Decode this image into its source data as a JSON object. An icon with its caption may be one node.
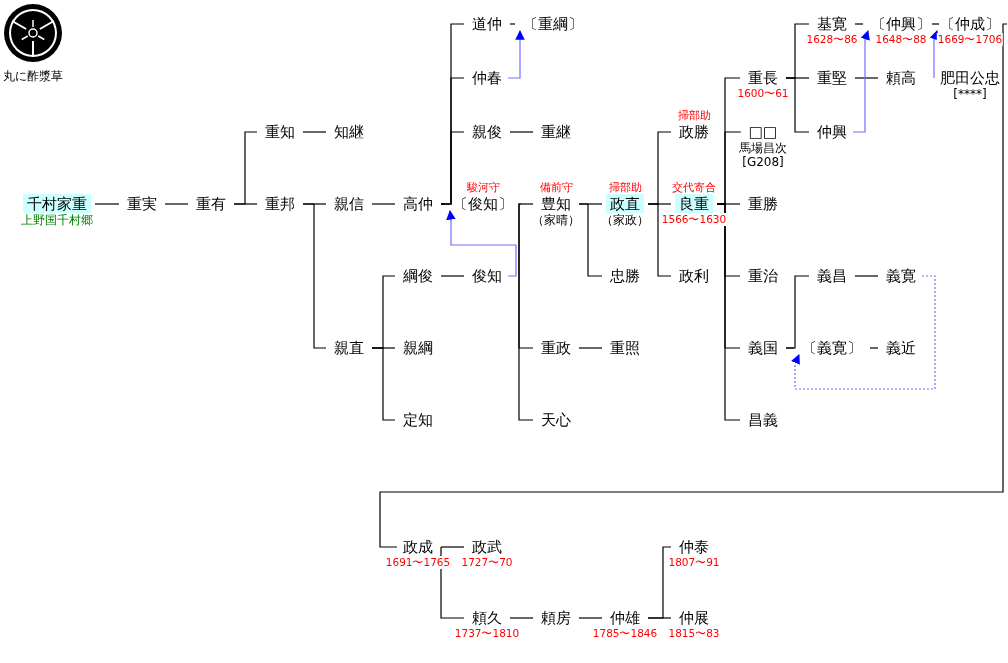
{
  "diagram": {
    "nodes": [
      {
        "text": [
          "千村家重"
        ],
        "beside": [
          "上野国千村郷"
        ]
      },
      {
        "text": [
          "重実"
        ]
      },
      {
        "text": [
          "重有"
        ]
      },
      {
        "text": [
          "重知"
        ]
      },
      {
        "text": [
          "知継"
        ]
      },
      {
        "text": [
          "重邦"
        ]
      },
      {
        "text": [
          "親信"
        ]
      },
      {
        "text": [
          "高仲"
        ]
      },
      {
        "text": [
          "道仲"
        ]
      },
      {
        "text": [
          "〔重綱〕"
        ]
      },
      {
        "text": [
          "仲春"
        ]
      },
      {
        "text": [
          "親俊"
        ]
      },
      {
        "text": [
          "重継"
        ]
      },
      {
        "text": [
          "〔俊知〕"
        ],
        "beside": [
          "駿河守"
        ]
      },
      {
        "text": [
          "親直"
        ]
      },
      {
        "text": [
          "綱俊"
        ]
      },
      {
        "text": [
          "俊知"
        ]
      },
      {
        "text": [
          "親綱"
        ]
      },
      {
        "text": [
          "定知"
        ]
      },
      {
        "text": [
          "豊知"
        ],
        "beside": [
          "備前守",
          "（家晴）"
        ]
      },
      {
        "text": [
          "重政"
        ]
      },
      {
        "text": [
          "重照"
        ]
      },
      {
        "text": [
          "天心"
        ]
      },
      {
        "text": [
          "政直"
        ],
        "beside": [
          "掃部助",
          "（家政）"
        ]
      },
      {
        "text": [
          "忠勝"
        ]
      },
      {
        "text": [
          "政勝"
        ],
        "beside": [
          "掃部助"
        ]
      },
      {
        "text": [
          "良重"
        ],
        "beside": [
          "交代寄合",
          "1566〜1630"
        ]
      },
      {
        "text": [
          "政利"
        ]
      },
      {
        "text": [
          "重長"
        ],
        "beside": [
          "1600〜61"
        ]
      },
      {
        "text": [
          "□□"
        ],
        "beside": [
          "馬場昌次",
          "[G208]"
        ]
      },
      {
        "text": [
          "重勝"
        ]
      },
      {
        "text": [
          "重治"
        ]
      },
      {
        "text": [
          "義国"
        ]
      },
      {
        "text": [
          "昌義"
        ]
      },
      {
        "text": [
          "基寛"
        ],
        "beside": [
          "1628〜86"
        ]
      },
      {
        "text": [
          "重堅"
        ]
      },
      {
        "text": [
          "仲興"
        ]
      },
      {
        "text": [
          "〔仲興〕"
        ],
        "beside": [
          "1648〜88"
        ]
      },
      {
        "text": [
          "頼高"
        ]
      },
      {
        "text": [
          "〔仲成〕"
        ],
        "beside": [
          "1669〜1706"
        ]
      },
      {
        "text": [
          "肥田公忠"
        ],
        "beside": [
          "[****]"
        ]
      },
      {
        "text": [
          "義昌"
        ]
      },
      {
        "text": [
          "義寛"
        ]
      },
      {
        "text": [
          "〔義寛〕"
        ]
      },
      {
        "text": [
          "義近"
        ]
      },
      {
        "text": [
          "政成"
        ],
        "beside": [
          "1691〜1765"
        ]
      },
      {
        "text": [
          "政武"
        ],
        "beside": [
          "1727〜70"
        ]
      },
      {
        "text": [
          "頼久"
        ],
        "beside": [
          "1737〜1810"
        ]
      },
      {
        "text": [
          "頼房"
        ]
      },
      {
        "text": [
          "仲雄"
        ],
        "beside": [
          "1785〜1846"
        ]
      },
      {
        "text": [
          "仲泰"
        ],
        "beside": [
          "1807〜91"
        ]
      },
      {
        "text": [
          "仲展"
        ],
        "beside": [
          "1815〜83"
        ]
      }
    ],
    "edges": [
      {
        "from": 0,
        "to": 1,
        "arrow": "none"
      },
      {
        "from": 1,
        "to": 2,
        "arrow": "none"
      },
      {
        "from": 2,
        "to": 3,
        "arrow": "none"
      },
      {
        "from": 2,
        "to": 5,
        "arrow": "none"
      },
      {
        "from": 3,
        "to": 4,
        "arrow": "none"
      },
      {
        "from": 5,
        "to": 6,
        "arrow": "none"
      },
      {
        "from": 5,
        "to": 14,
        "arrow": "none"
      },
      {
        "from": 6,
        "to": 7,
        "arrow": "none"
      },
      {
        "from": 7,
        "to": 8,
        "arrow": "none"
      },
      {
        "from": 7,
        "to": 10,
        "arrow": "none"
      },
      {
        "from": 7,
        "to": 11,
        "arrow": "none"
      },
      {
        "from": 7,
        "to": 13,
        "arrow": "none"
      },
      {
        "from": 8,
        "to": 9,
        "arrow": "none"
      },
      {
        "from": 11,
        "to": 12,
        "arrow": "none"
      },
      {
        "from": 14,
        "to": 15,
        "arrow": "none"
      },
      {
        "from": 14,
        "to": 17,
        "arrow": "none"
      },
      {
        "from": 14,
        "to": 18,
        "arrow": "none"
      },
      {
        "from": 15,
        "to": 16,
        "arrow": "none"
      },
      {
        "from": 13,
        "to": 19,
        "arrow": "none"
      },
      {
        "from": 13,
        "to": 20,
        "arrow": "none"
      },
      {
        "from": 13,
        "to": 22,
        "arrow": "none"
      },
      {
        "from": 20,
        "to": 21,
        "arrow": "none"
      },
      {
        "from": 19,
        "to": 23,
        "arrow": "none"
      },
      {
        "from": 19,
        "to": 24,
        "arrow": "none"
      },
      {
        "from": 23,
        "to": 25,
        "arrow": "none"
      },
      {
        "from": 23,
        "to": 26,
        "arrow": "none"
      },
      {
        "from": 23,
        "to": 27,
        "arrow": "none"
      },
      {
        "from": 26,
        "to": 28,
        "arrow": "none"
      },
      {
        "from": 26,
        "to": 29,
        "arrow": "none"
      },
      {
        "from": 26,
        "to": 30,
        "arrow": "none"
      },
      {
        "from": 26,
        "to": 31,
        "arrow": "none"
      },
      {
        "from": 26,
        "to": 32,
        "arrow": "none"
      },
      {
        "from": 26,
        "to": 33,
        "arrow": "none"
      },
      {
        "from": 28,
        "to": 34,
        "arrow": "none"
      },
      {
        "from": 28,
        "to": 35,
        "arrow": "none"
      },
      {
        "from": 28,
        "to": 36,
        "arrow": "none"
      },
      {
        "from": 34,
        "to": 37,
        "arrow": "none"
      },
      {
        "from": 37,
        "to": 39,
        "arrow": "none"
      },
      {
        "from": 35,
        "to": 38,
        "arrow": "none"
      },
      {
        "from": 32,
        "to": 41,
        "arrow": "none"
      },
      {
        "from": 32,
        "to": 43,
        "arrow": "none"
      },
      {
        "from": 41,
        "to": 42,
        "arrow": "none"
      },
      {
        "from": 43,
        "to": 44,
        "arrow": "none"
      },
      {
        "from": 39,
        "to": 45,
        "arrow": "none"
      },
      {
        "from": 45,
        "to": 46,
        "arrow": "none"
      },
      {
        "from": 45,
        "to": 47,
        "arrow": "none"
      },
      {
        "from": 47,
        "to": 48,
        "arrow": "none"
      },
      {
        "from": 48,
        "to": 49,
        "arrow": "none"
      },
      {
        "from": 49,
        "to": 50,
        "arrow": "none"
      },
      {
        "from": 49,
        "to": 51,
        "arrow": "none"
      },
      {
        "from": 10,
        "to": 9,
        "arrow": "to",
        "color": "#7070ff"
      },
      {
        "from": 16,
        "to": 13,
        "arrow": "to",
        "color": "#7070ff"
      },
      {
        "from": 36,
        "to": 37,
        "arrow": "to",
        "color": "#7070ff"
      },
      {
        "from": 40,
        "to": 39,
        "arrow": "to",
        "color": "#7070ff"
      },
      {
        "from": 42,
        "to": 43,
        "arrow": "to",
        "color": "#7070ff",
        "style": "dashed"
      }
    ],
    "labels": [
      "丸に酢漿草"
    ]
  }
}
